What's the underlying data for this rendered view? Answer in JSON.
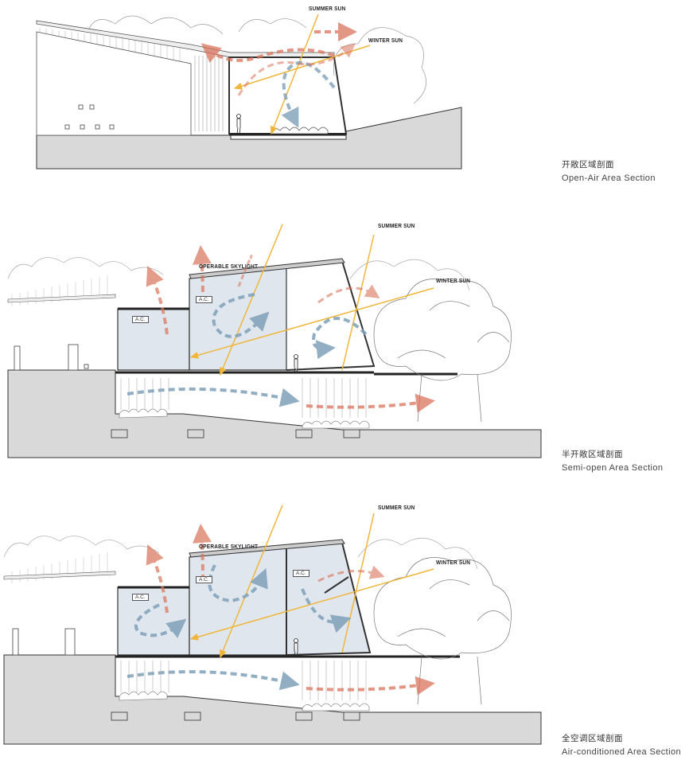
{
  "sections": [
    {
      "id": "open-air",
      "caption_zh": "开敞区域剖面",
      "caption_en": "Open-Air Area Section",
      "labels": {
        "summer_sun": "SUMMER SUN",
        "winter_sun": "WINTER SUN"
      }
    },
    {
      "id": "semi-open",
      "caption_zh": "半开敞区域剖面",
      "caption_en": "Semi-open Area Section",
      "labels": {
        "summer_sun": "SUMMER SUN",
        "winter_sun": "WINTER SUN",
        "skylight": "OPERABLE SKYLIGHT",
        "ac_1": "A.C.",
        "ac_2": "A.C."
      }
    },
    {
      "id": "air-conditioned",
      "caption_zh": "全空调区域剖面",
      "caption_en": "Air-conditioned Area Section",
      "labels": {
        "summer_sun": "SUMMER SUN",
        "winter_sun": "WINTER SUN",
        "skylight": "OPERABLE SKYLIGHT",
        "ac_1": "A.C.",
        "ac_2": "A.C.",
        "ac_3": "A.C."
      }
    }
  ],
  "colors": {
    "sun_ray": "#f0b63a",
    "warm_air": "#d9735a",
    "cool_air": "#7fa0b8",
    "ground": "#d9d9d9",
    "glass": "#dfe6ee",
    "line": "#333333"
  }
}
